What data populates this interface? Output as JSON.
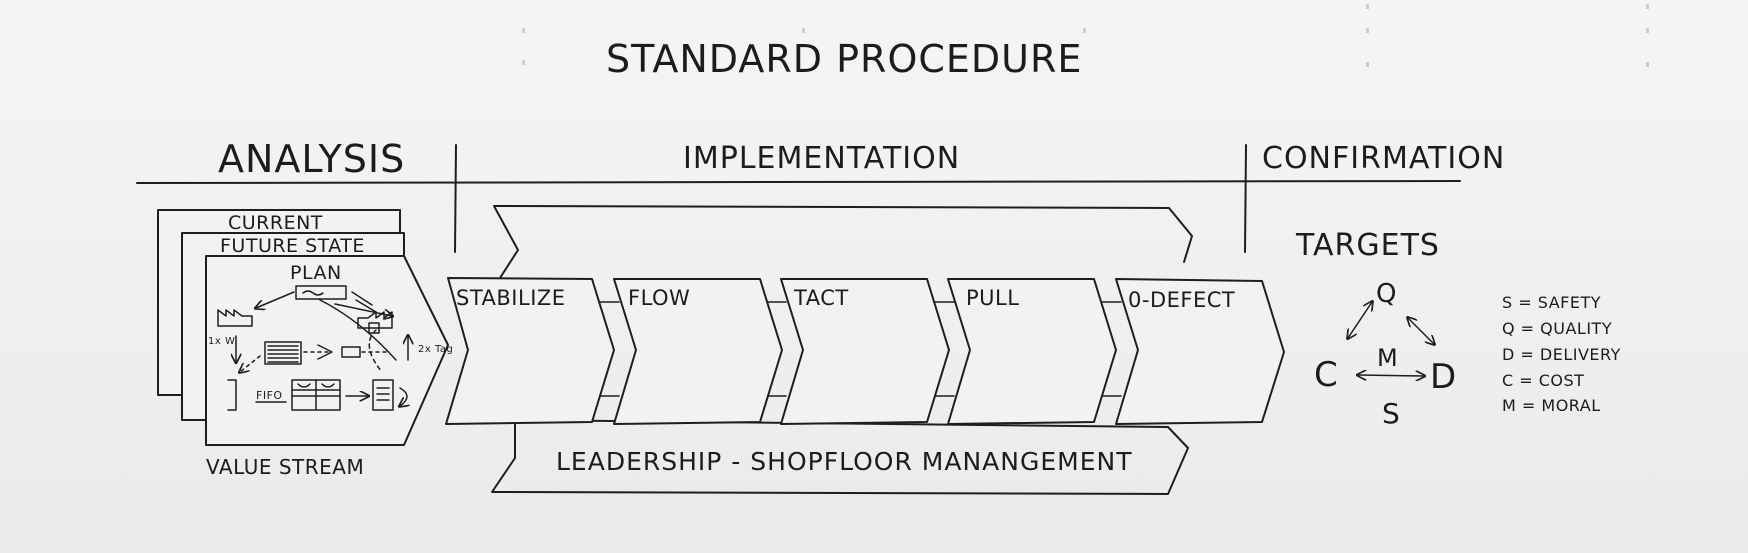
{
  "title": "STANDARD PROCEDURE",
  "sections": {
    "analysis": "ANALYSIS",
    "implementation": "IMPLEMENTATION",
    "confirmation": "CONFIRMATION"
  },
  "analysis": {
    "current_label": "CURRENT",
    "future_label": "FUTURE STATE",
    "plan_label": "PLAN",
    "value_stream_label": "VALUE STREAM",
    "fifo_label": "FIFO",
    "worker_note": "1x W.",
    "tag_note": "2x Tag"
  },
  "implementation": {
    "steps": [
      "STABILIZE",
      "FLOW",
      "TACT",
      "PULL",
      "0-DEFECT"
    ],
    "leadership": "LEADERSHIP - SHOPFLOOR MANANGEMENT"
  },
  "confirmation": {
    "targets_label": "TARGETS",
    "nodes": {
      "top": "Q",
      "left": "C",
      "right": "D",
      "center": "M",
      "bottom": "S"
    },
    "legend": [
      "S = SAFETY",
      "Q = QUALITY",
      "D = DELIVERY",
      "C = COST",
      "M = MORAL"
    ]
  }
}
